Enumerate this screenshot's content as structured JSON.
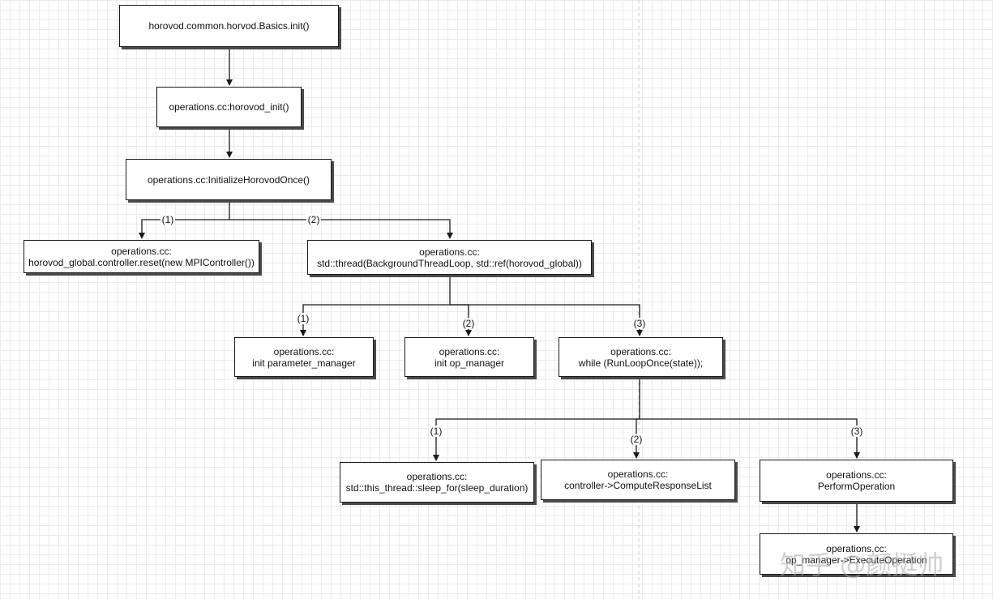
{
  "nodes": {
    "basics_init": {
      "text": "horovod.common.horvod.Basics.init()"
    },
    "horovod_init": {
      "text": "operations.cc:horovod_init()"
    },
    "init_once": {
      "text": "operations.cc:InitializeHorovodOnce()"
    },
    "controller_reset": {
      "line1": "operations.cc:",
      "line2": "horovod_global.controller.reset(new MPIController())"
    },
    "bg_thread": {
      "line1": "operations.cc:",
      "line2": "std::thread(BackgroundThreadLoop, std::ref(horovod_global))"
    },
    "param_manager": {
      "line1": "operations.cc:",
      "line2": "init parameter_manager"
    },
    "op_manager": {
      "line1": "operations.cc:",
      "line2": "init op_manager"
    },
    "run_loop": {
      "line1": "operations.cc:",
      "line2": "while (RunLoopOnce(state));"
    },
    "sleep_for": {
      "line1": "operations.cc:",
      "line2": "std::this_thread::sleep_for(sleep_duration)"
    },
    "compute_response": {
      "line1": "operations.cc:",
      "line2": "controller->ComputeResponseList"
    },
    "perform_op": {
      "line1": "operations.cc:",
      "line2": "PerformOperation"
    },
    "op_manager_execute": {
      "line1": "operations.cc:",
      "line2": "op_manager->ExecuteOperation"
    }
  },
  "edge_labels": {
    "init_once_1": "(1)",
    "init_once_2": "(2)",
    "thread_1": "(1)",
    "thread_2": "(2)",
    "thread_3": "(3)",
    "loop_1": "(1)",
    "loop_2": "(2)",
    "loop_3": "(3)"
  },
  "watermark": "知乎 @颜挺帅",
  "colors": {
    "line": "#1a1a1a",
    "grid": "#ebebeb",
    "shadow": "#4a4a4a",
    "dashed_guide": "#c8c8c8"
  }
}
